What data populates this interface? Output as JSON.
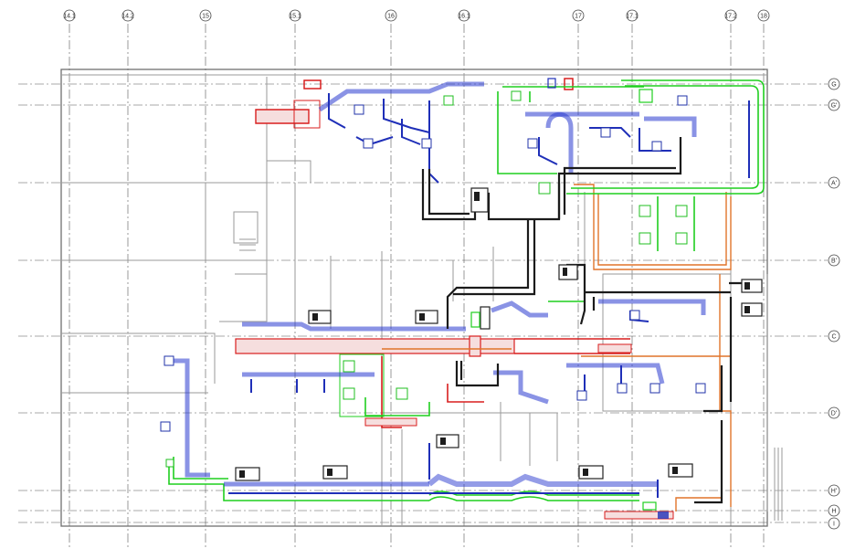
{
  "grid": {
    "columns": [
      "14.1",
      "14.2",
      "15",
      "15.1",
      "16",
      "16.1",
      "17",
      "17.1",
      "17.2",
      "18"
    ],
    "rows": [
      "G",
      "G'",
      "A'",
      "B'",
      "C",
      "D'",
      "H'",
      "H",
      "I"
    ]
  },
  "colors": {
    "supply_duct": "#1f2fb8",
    "main_trunk": "#1b1b1b",
    "return_duct": "#1fcf1f",
    "exhaust_duct": "#d81e1e",
    "pipe": "#e0742a",
    "walls": "#9a9a9a"
  },
  "icons": [
    "fan-coil-unit-icon",
    "supply-diffuser-icon",
    "return-grille-icon"
  ]
}
